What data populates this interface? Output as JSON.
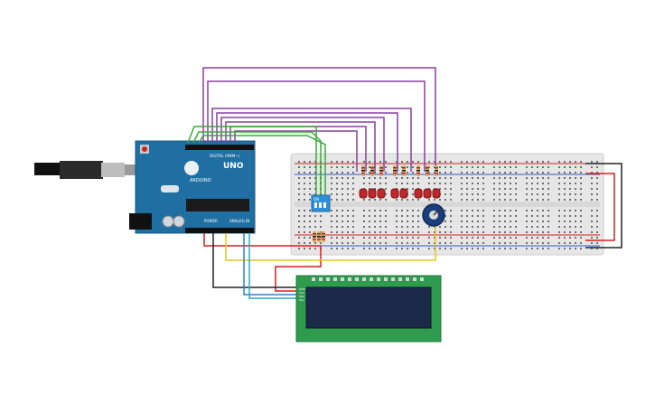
{
  "colors": {
    "background": "#ffffff",
    "arduino_board": "#1f6fa3",
    "breadboard": "#e6e6e6",
    "lcd_board": "#2e9b4e",
    "lcd_screen": "#1c2a4a",
    "wire_purple": "#8a3fa0",
    "wire_green": "#3aa83a",
    "wire_red": "#d32020",
    "wire_black": "#222222",
    "wire_yellow": "#e6c619",
    "wire_blue": "#2a7fd4",
    "wire_cyan": "#2aa7c9",
    "led_red": "#c0262a",
    "dip_switch": "#2d8fd5"
  },
  "arduino": {
    "brand_label": "UNO",
    "logo_label": "ARDUINO",
    "digital_label": "DIGITAL (PWM~)",
    "power_label": "POWER",
    "analog_label": "ANALOG IN"
  },
  "dip_switch": {
    "label": "ON"
  },
  "lcd": {
    "pin_labels": [
      "GND",
      "VCC",
      "SDA",
      "SCL"
    ]
  },
  "led_count": 8
}
